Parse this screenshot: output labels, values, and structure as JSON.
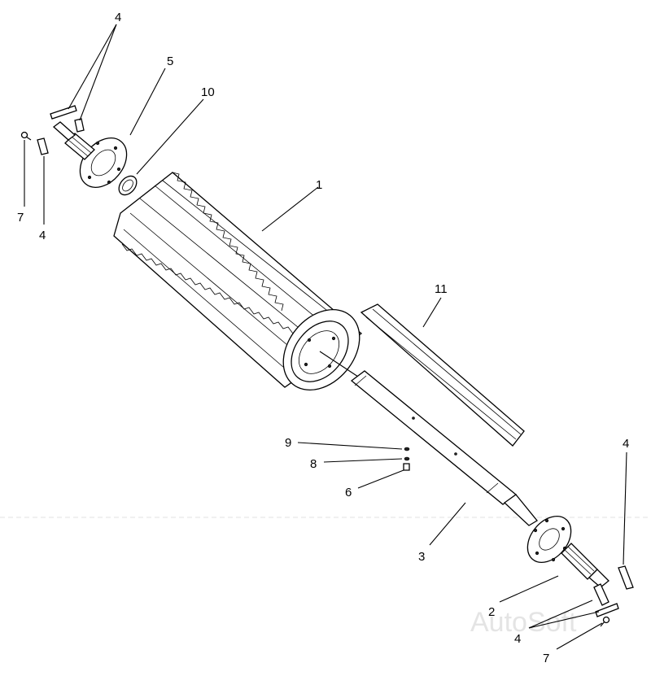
{
  "diagram": {
    "callouts": [
      {
        "id": "c4a",
        "label": "4"
      },
      {
        "id": "c5",
        "label": "5"
      },
      {
        "id": "c10",
        "label": "10"
      },
      {
        "id": "c1",
        "label": "1"
      },
      {
        "id": "c7a",
        "label": "7"
      },
      {
        "id": "c4b",
        "label": "4"
      },
      {
        "id": "c11",
        "label": "11"
      },
      {
        "id": "c9",
        "label": "9"
      },
      {
        "id": "c8",
        "label": "8"
      },
      {
        "id": "c6",
        "label": "6"
      },
      {
        "id": "c4c",
        "label": "4"
      },
      {
        "id": "c3",
        "label": "3"
      },
      {
        "id": "c2",
        "label": "2"
      },
      {
        "id": "c4d",
        "label": "4"
      },
      {
        "id": "c7b",
        "label": "7"
      }
    ],
    "watermark": "AutoSoft"
  }
}
